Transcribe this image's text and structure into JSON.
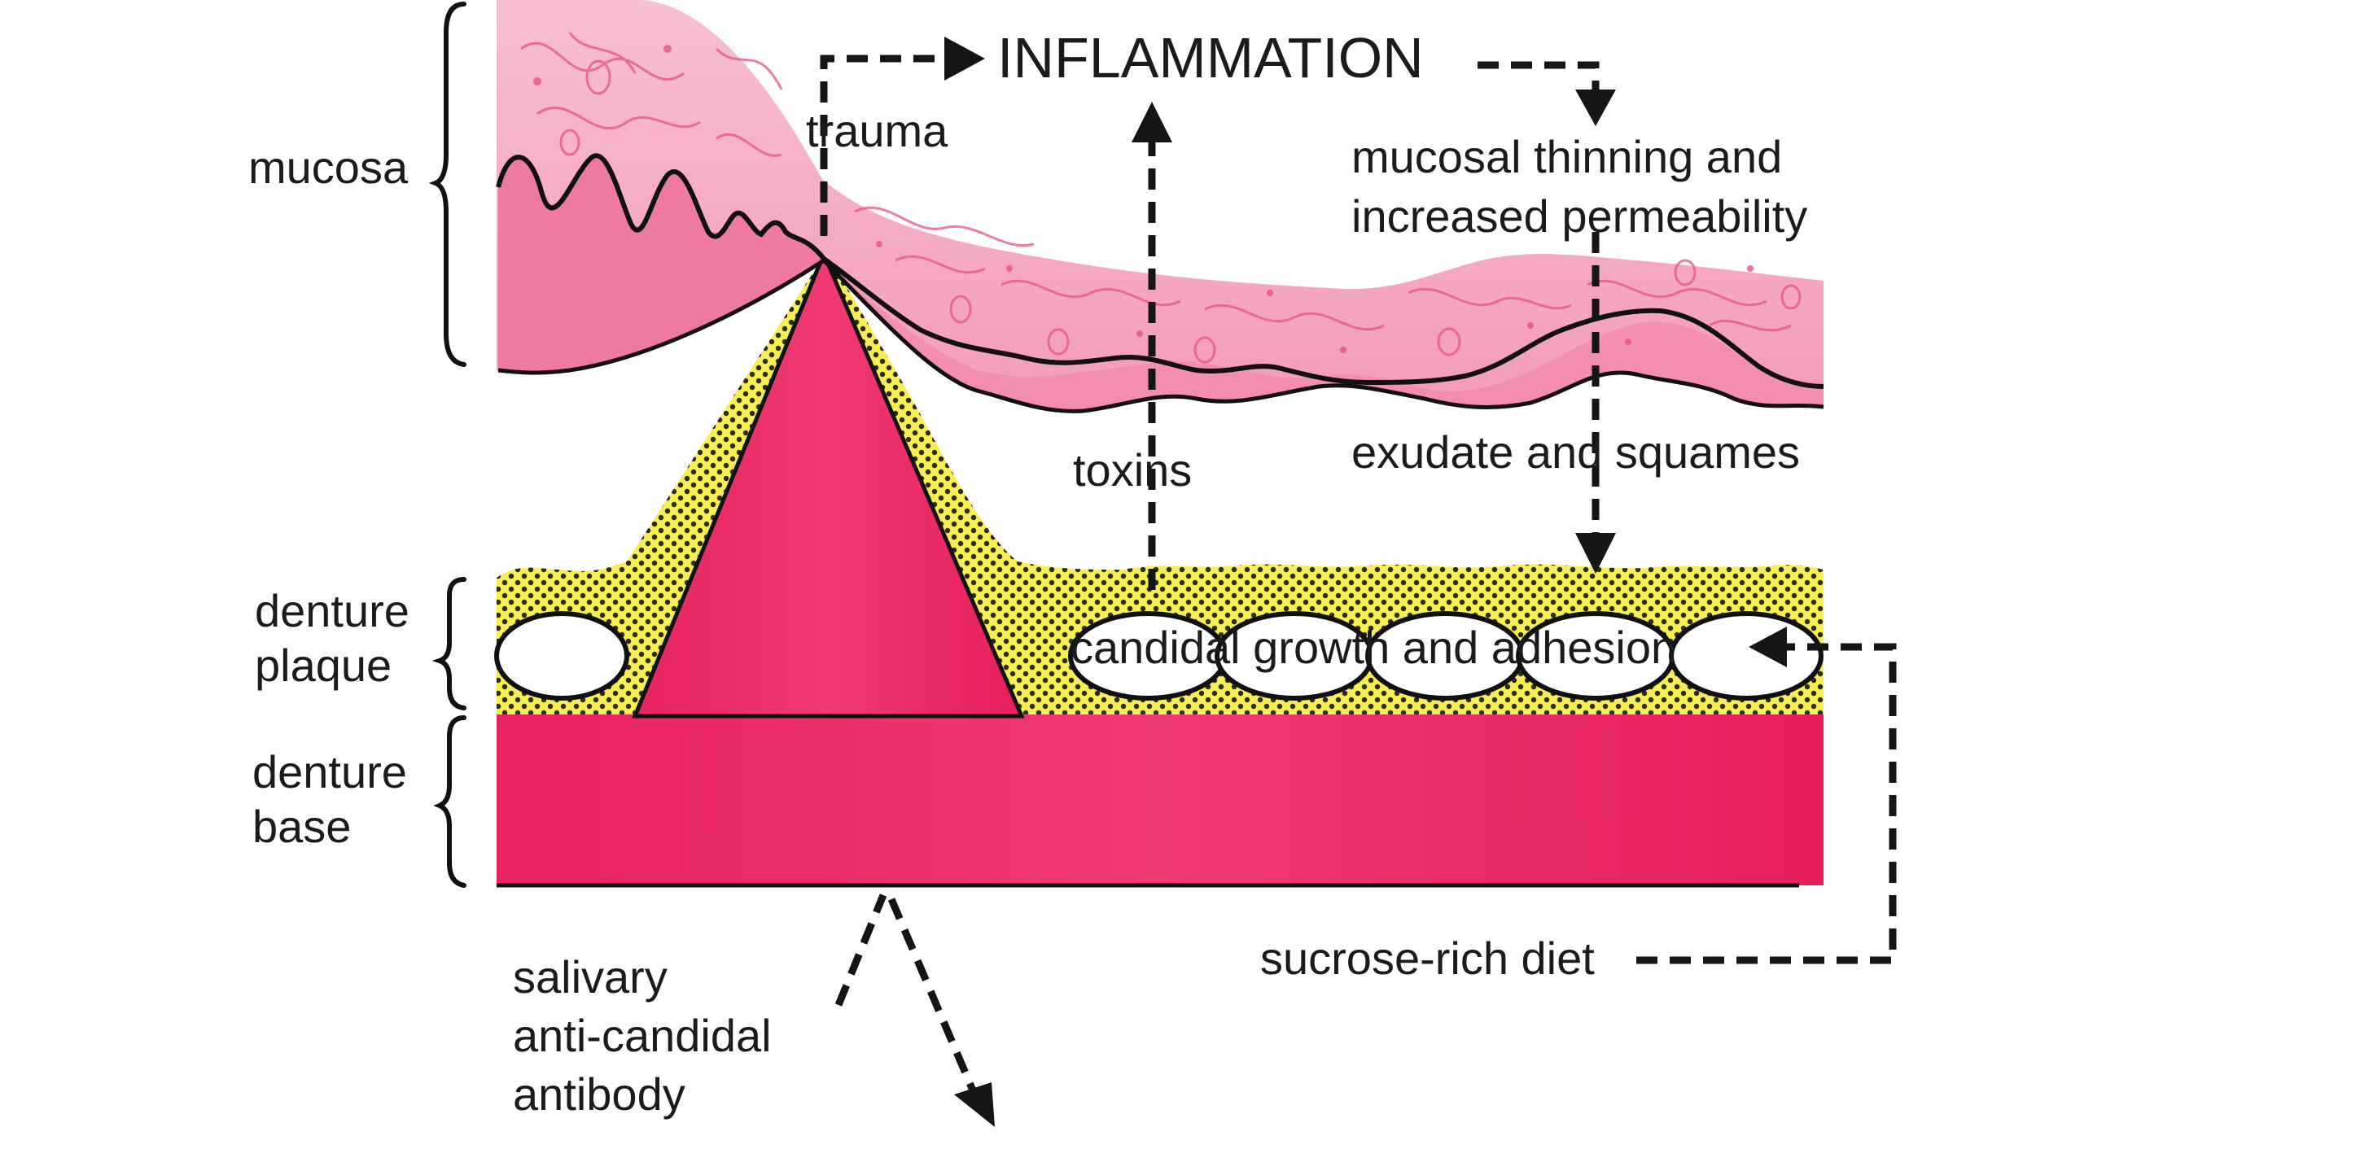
{
  "layers": {
    "mucosa": "mucosa",
    "denture_plaque": [
      "denture",
      "plaque"
    ],
    "denture_base": [
      "denture",
      "base"
    ]
  },
  "labels": {
    "inflammation": "INFLAMMATION",
    "trauma": "trauma",
    "mucosal_thinning": [
      "mucosal thinning and",
      "increased permeability"
    ],
    "toxins": "toxins",
    "exudate": "exudate and squames",
    "candidal": "candidal growth and adhesion",
    "sucrose": "sucrose-rich diet",
    "salivary": [
      "salivary",
      "anti-candidal",
      "antibody"
    ]
  },
  "colors": {
    "mucosa_light": "#f6b3c8",
    "mucosa_dark": "#ec6e98",
    "denture_base": "#ea2a63",
    "plaque_yellow": "#f7ee52",
    "arrow": "#151515"
  }
}
